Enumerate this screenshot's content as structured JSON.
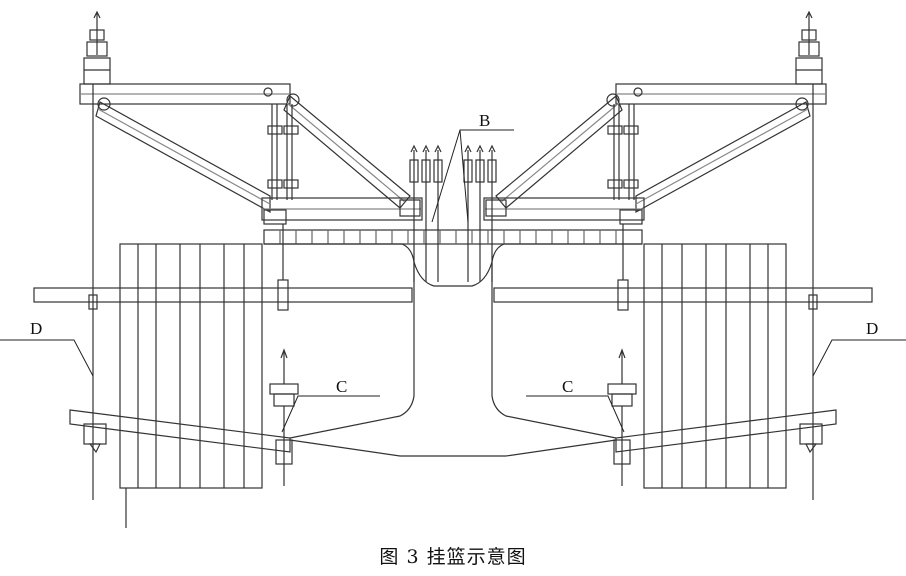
{
  "caption": "图 3   挂篮示意图",
  "labels": {
    "B": "B",
    "C_left": "C",
    "C_right": "C",
    "D_left": "D",
    "D_right": "D"
  },
  "colors": {
    "line": "#333333",
    "light": "#777777",
    "background": "#ffffff"
  }
}
